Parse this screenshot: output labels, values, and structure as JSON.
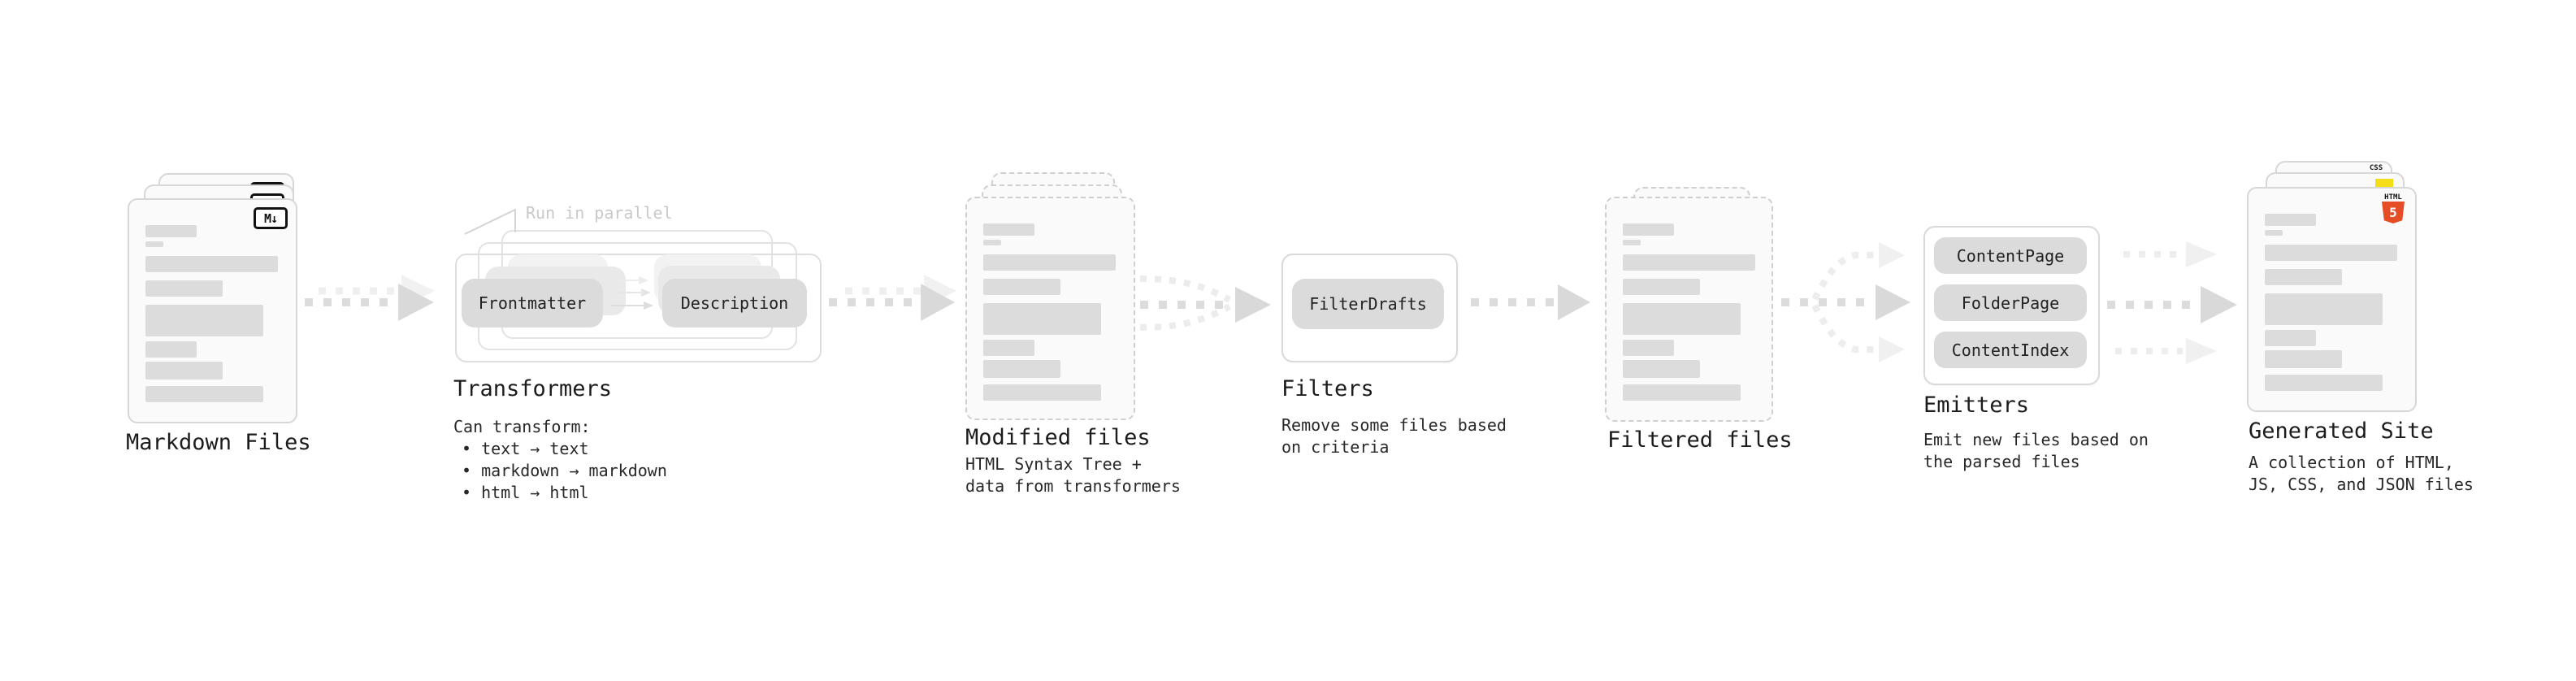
{
  "stages": {
    "markdown": {
      "label": "Markdown Files",
      "badge": "M↓"
    },
    "transformers": {
      "label": "Transformers",
      "note": "Run in parallel",
      "pill_from": "Frontmatter",
      "pill_to": "Description",
      "desc_title": "Can transform:",
      "bullets": [
        "• text → text",
        "• markdown → markdown",
        "• html → html"
      ]
    },
    "modified": {
      "label": "Modified files",
      "desc1": "HTML Syntax Tree +",
      "desc2": "data from transformers"
    },
    "filters": {
      "label": "Filters",
      "pill": "FilterDrafts",
      "desc1": "Remove some files based",
      "desc2": "on criteria"
    },
    "filtered": {
      "label": "Filtered files"
    },
    "emitters": {
      "label": "Emitters",
      "pills": [
        "ContentPage",
        "FolderPage",
        "ContentIndex"
      ],
      "desc1": "Emit new files based on",
      "desc2": "the parsed files"
    },
    "generated": {
      "label": "Generated Site",
      "desc1": "A collection of HTML,",
      "desc2": "JS, CSS, and JSON files",
      "badge_css": "CSS",
      "badge_html_label": "HTML",
      "badge_html_number": "5"
    }
  },
  "colors": {
    "html5_orange": "#e44d26",
    "css_blue": "#2062af",
    "js_yellow": "#f5de19",
    "arrow_gray": "#d9d9d9",
    "arrow_faint": "#ededed",
    "card_border": "#d7d7d7",
    "bar_gray": "#dcdcdc"
  }
}
